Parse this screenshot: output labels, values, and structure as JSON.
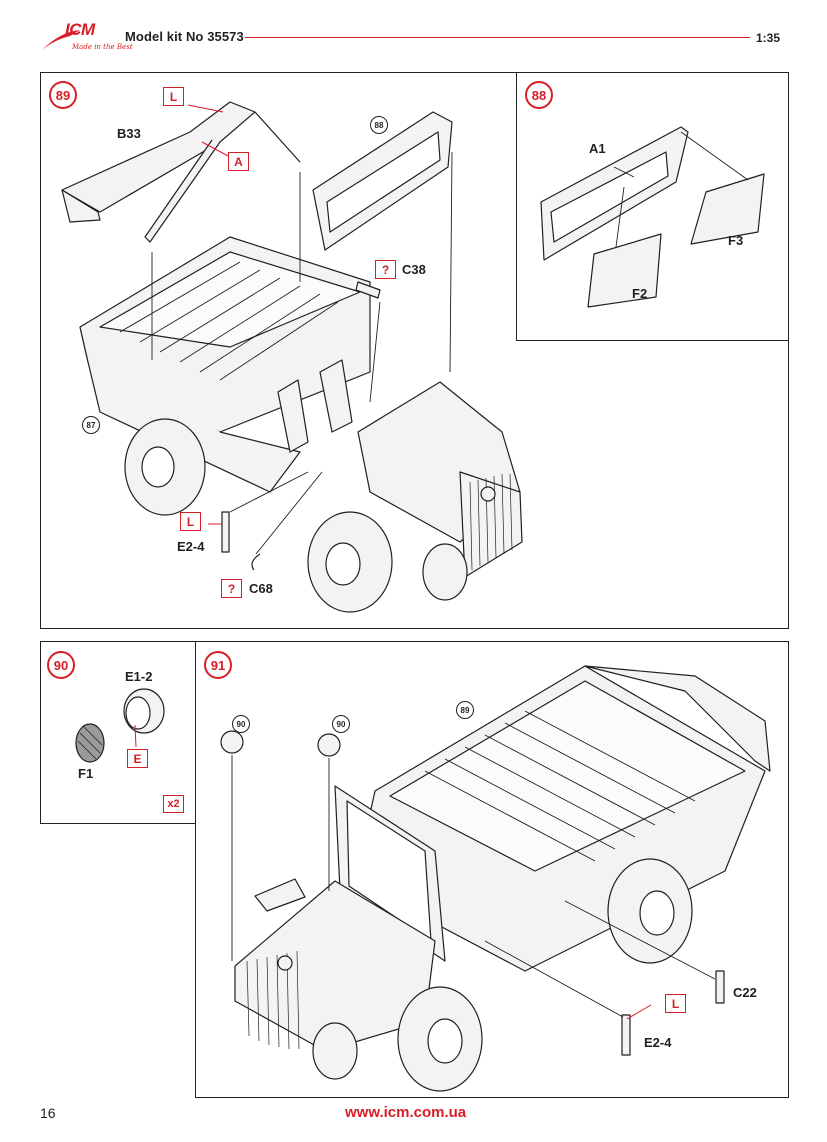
{
  "header": {
    "brand": "ICM",
    "tagline": "Made in the Best",
    "model_kit": "Model kit No 35573",
    "scale": "1:35"
  },
  "step89": {
    "number": "89",
    "ref_step": "88",
    "ref_step_2": "87",
    "parts": {
      "b33": "B33",
      "c38": "C38",
      "e24": "E2-4",
      "c68": "C68"
    },
    "markers": {
      "left_top": "L",
      "a": "A",
      "c38_q": "?",
      "e24_l": "L",
      "c68_q": "?"
    }
  },
  "step88": {
    "number": "88",
    "parts": {
      "a1": "A1",
      "f2": "F2",
      "f3": "F3"
    }
  },
  "step90": {
    "number": "90",
    "parts": {
      "e12": "E1-2",
      "f1": "F1"
    },
    "markers": {
      "e": "E",
      "x2": "x2"
    }
  },
  "step91": {
    "number": "91",
    "ref_step_a": "90",
    "ref_step_b": "90",
    "ref_step_c": "89",
    "parts": {
      "c22": "C22",
      "e24": "E2-4"
    },
    "markers": {
      "e24_l": "L"
    }
  },
  "footer": {
    "page": "16",
    "url": "www.icm.com.ua"
  },
  "colors": {
    "accent": "#d81e27",
    "line": "#231f20",
    "fill": "#f1f1f1"
  }
}
